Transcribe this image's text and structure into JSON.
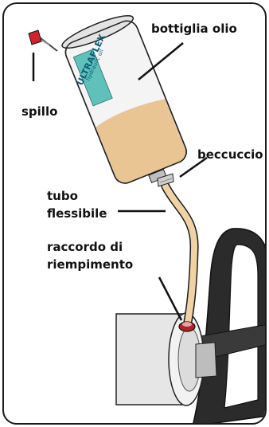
{
  "labels": {
    "bottle": "bottiglia olio",
    "pin": "spillo",
    "spout": "beccuccio",
    "hose_line1": "tubo",
    "hose_line2": "flessibile",
    "fitting_line1": "raccordo di",
    "fitting_line2": "riempimento"
  },
  "bottle_label": {
    "brand": "ULTRAFLEX",
    "subtitle": "hydraulic oil"
  },
  "colors": {
    "oil": "#e9c594",
    "pin_cap": "#d1242a",
    "fitting": "#b3212a",
    "label_panel": "#5fc1b9",
    "brand_text": "#0c5f78",
    "outline": "#1a1a1a"
  }
}
